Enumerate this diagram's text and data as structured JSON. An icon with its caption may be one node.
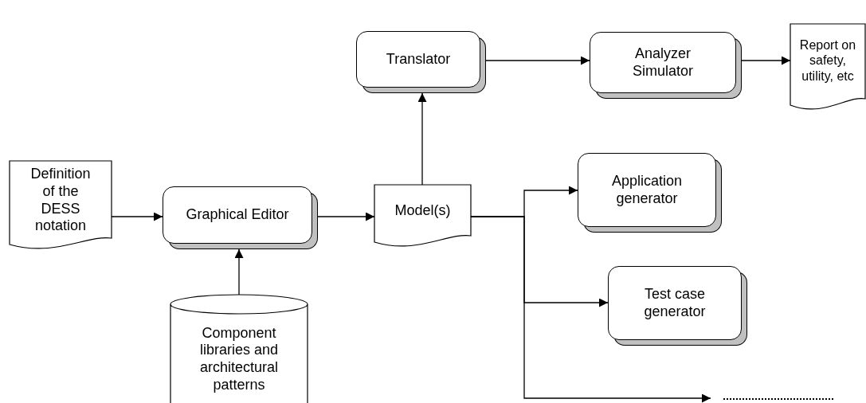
{
  "diagram": {
    "nodes": [
      {
        "text": [
          "Definition of the DESS notation"
        ]
      },
      {
        "text": [
          "Graphical Editor"
        ]
      },
      {
        "text": [
          "Component libraries and architectural patterns"
        ]
      },
      {
        "text": [
          "Model(s)"
        ]
      },
      {
        "text": [
          "Translator"
        ]
      },
      {
        "text": [
          "Analyzer Simulator"
        ]
      },
      {
        "text": [
          "Report on safety, utility, etc"
        ]
      },
      {
        "text": [
          "Application generator"
        ]
      },
      {
        "text": [
          "Test case generator"
        ]
      },
      {
        "text": [],
        "shape": "line"
      }
    ],
    "edges": [
      {
        "from": 0,
        "to": 1,
        "arrow": "to"
      },
      {
        "from": 2,
        "to": 1,
        "arrow": "to"
      },
      {
        "from": 1,
        "to": 3,
        "arrow": "to"
      },
      {
        "from": 3,
        "to": 4,
        "arrow": "to"
      },
      {
        "from": 4,
        "to": 5,
        "arrow": "to"
      },
      {
        "from": 5,
        "to": 6,
        "arrow": "to"
      },
      {
        "from": 3,
        "to": 7,
        "arrow": "to"
      },
      {
        "from": 3,
        "to": 8,
        "arrow": "to"
      },
      {
        "from": 3,
        "to": 9,
        "arrow": "to"
      }
    ]
  }
}
